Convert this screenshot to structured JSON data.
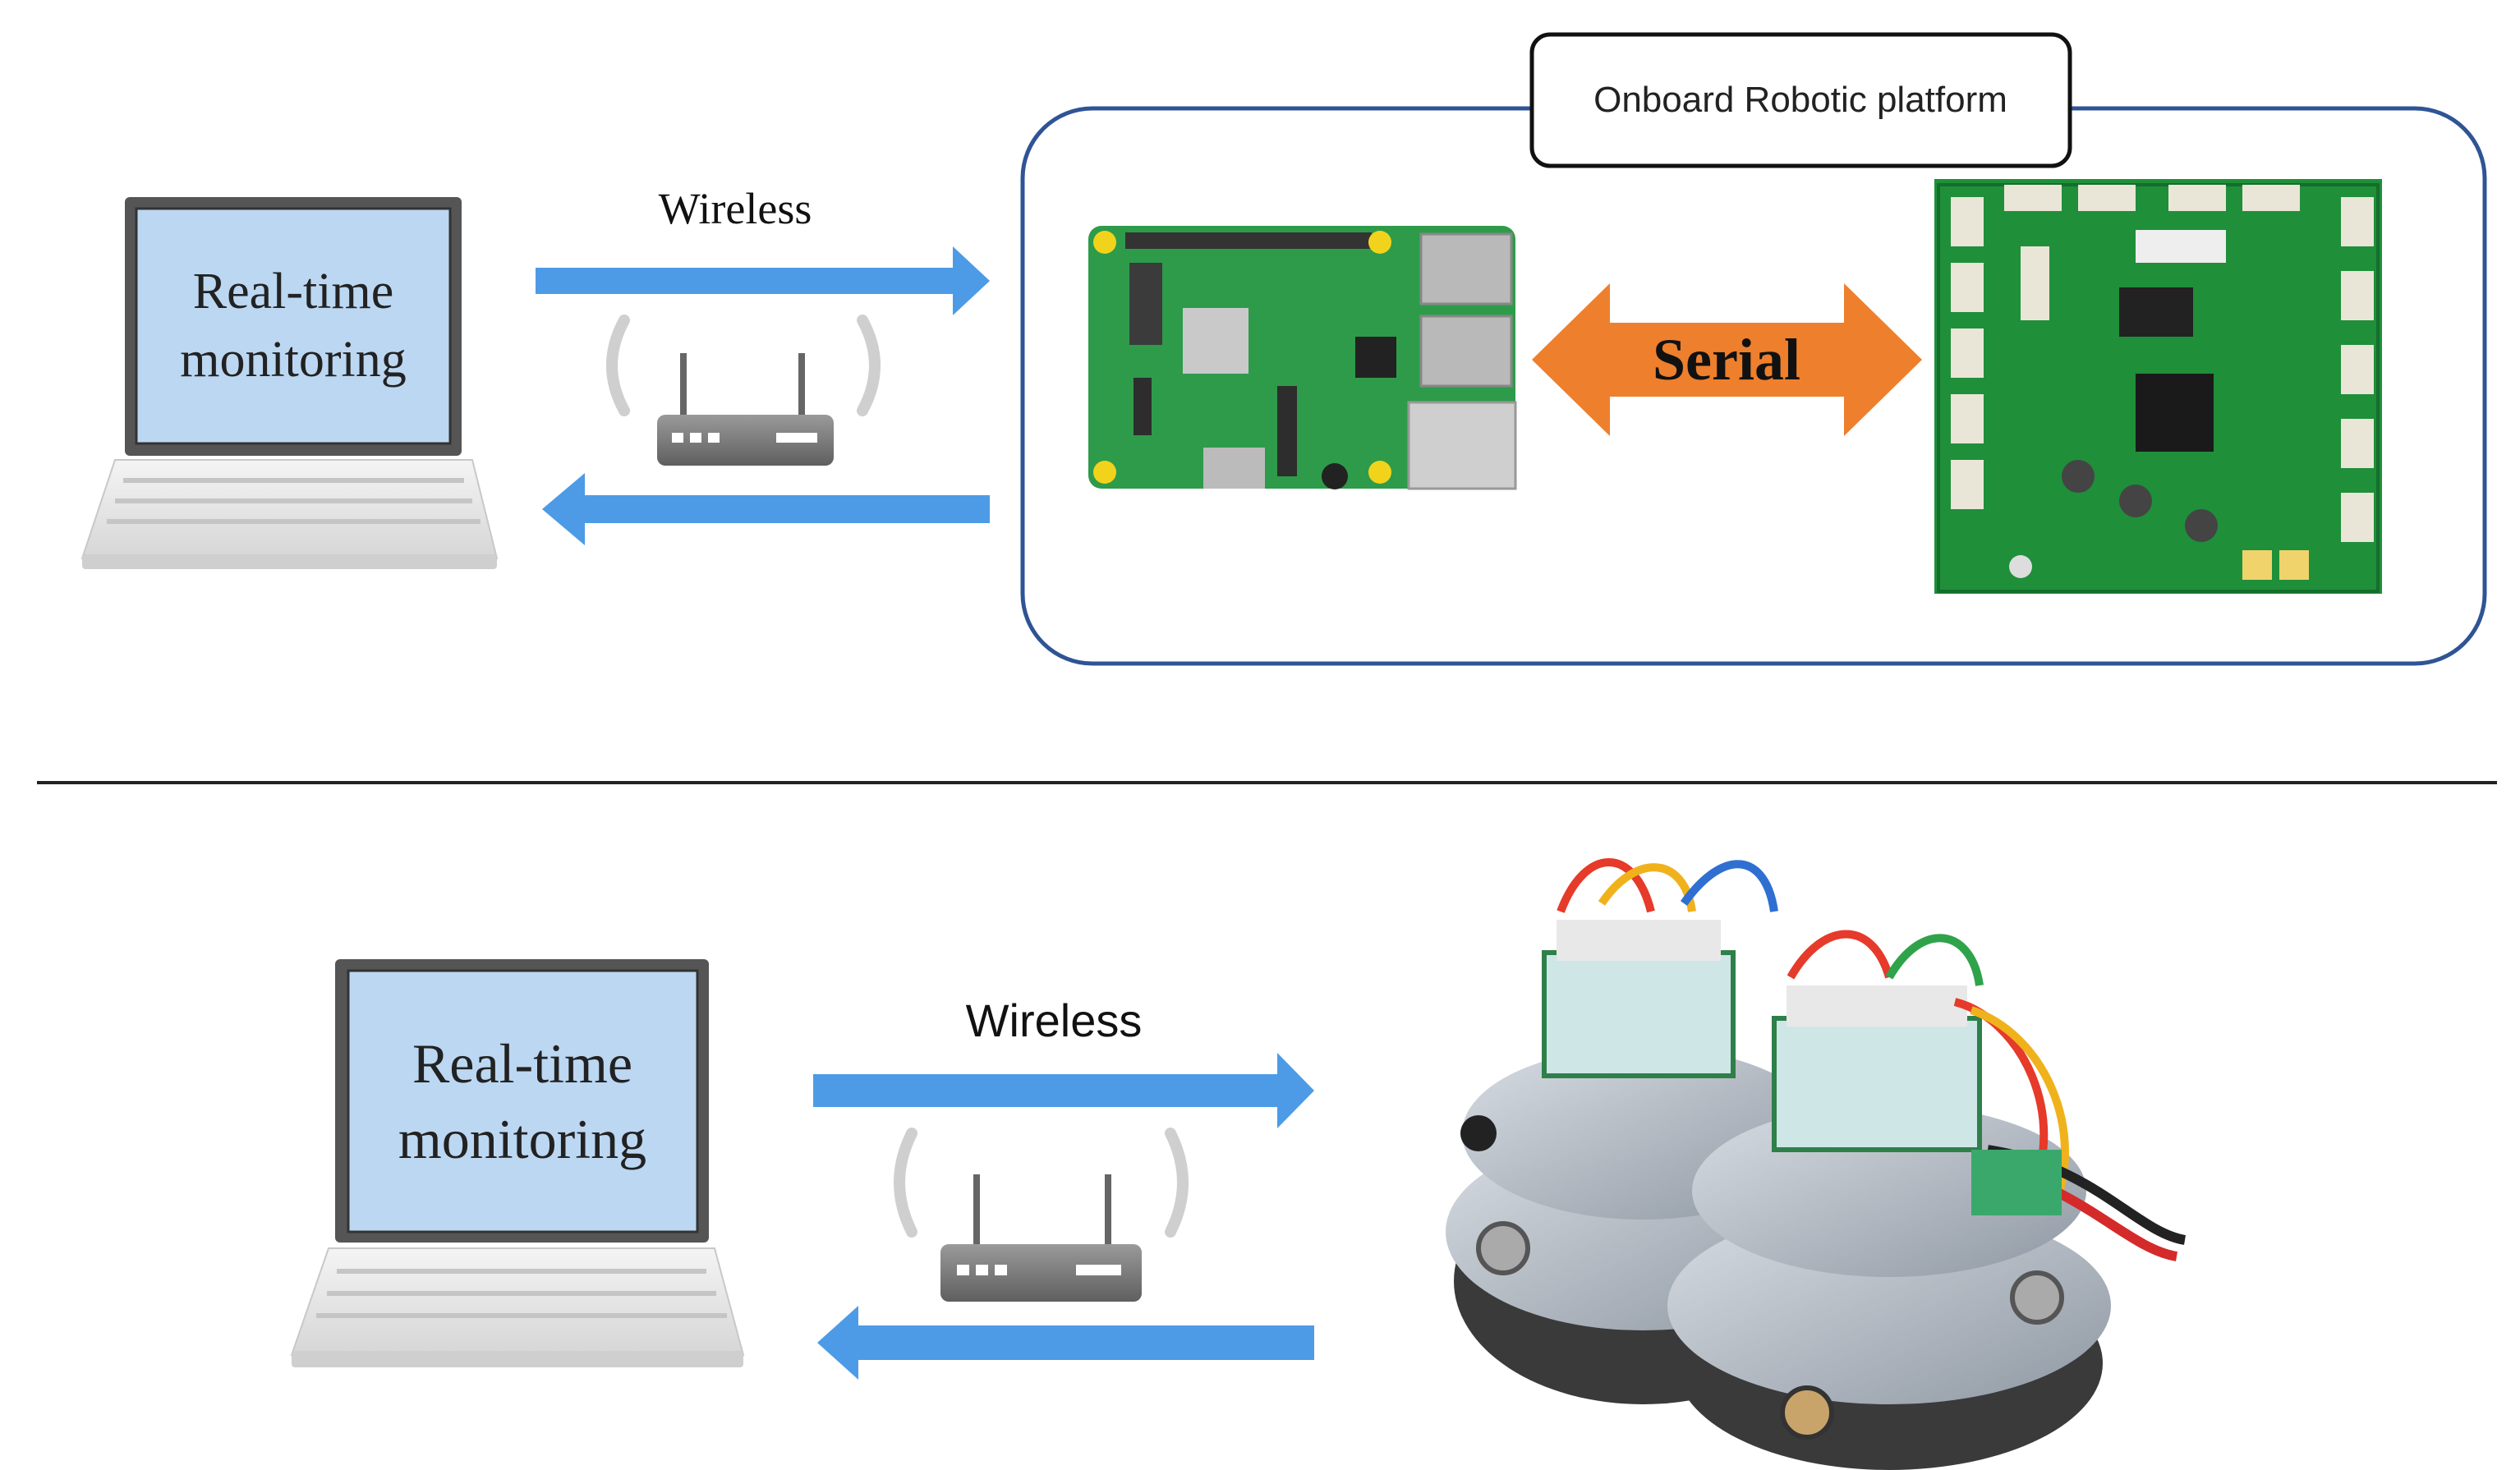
{
  "top_panel": {
    "laptop_screen_line1": "Real-time",
    "laptop_screen_line2": "monitoring",
    "wireless_label": "Wireless",
    "platform_title": "Onboard Robotic platform",
    "serial_label": "Serial"
  },
  "bottom_panel": {
    "laptop_screen_line1": "Real-time",
    "laptop_screen_line2": "monitoring",
    "wireless_label": "Wireless"
  },
  "colors": {
    "arrow_blue": "#4d9be6",
    "serial_orange": "#ee7f2d",
    "platform_border": "#2f5496",
    "screen_fill": "#bcd7f2",
    "pcb_green": "#1f8f3a"
  },
  "icons": [
    "laptop-icon",
    "wifi-router-icon",
    "raspberry-pi-board",
    "motor-controller-board",
    "robot-swarm-photo"
  ]
}
